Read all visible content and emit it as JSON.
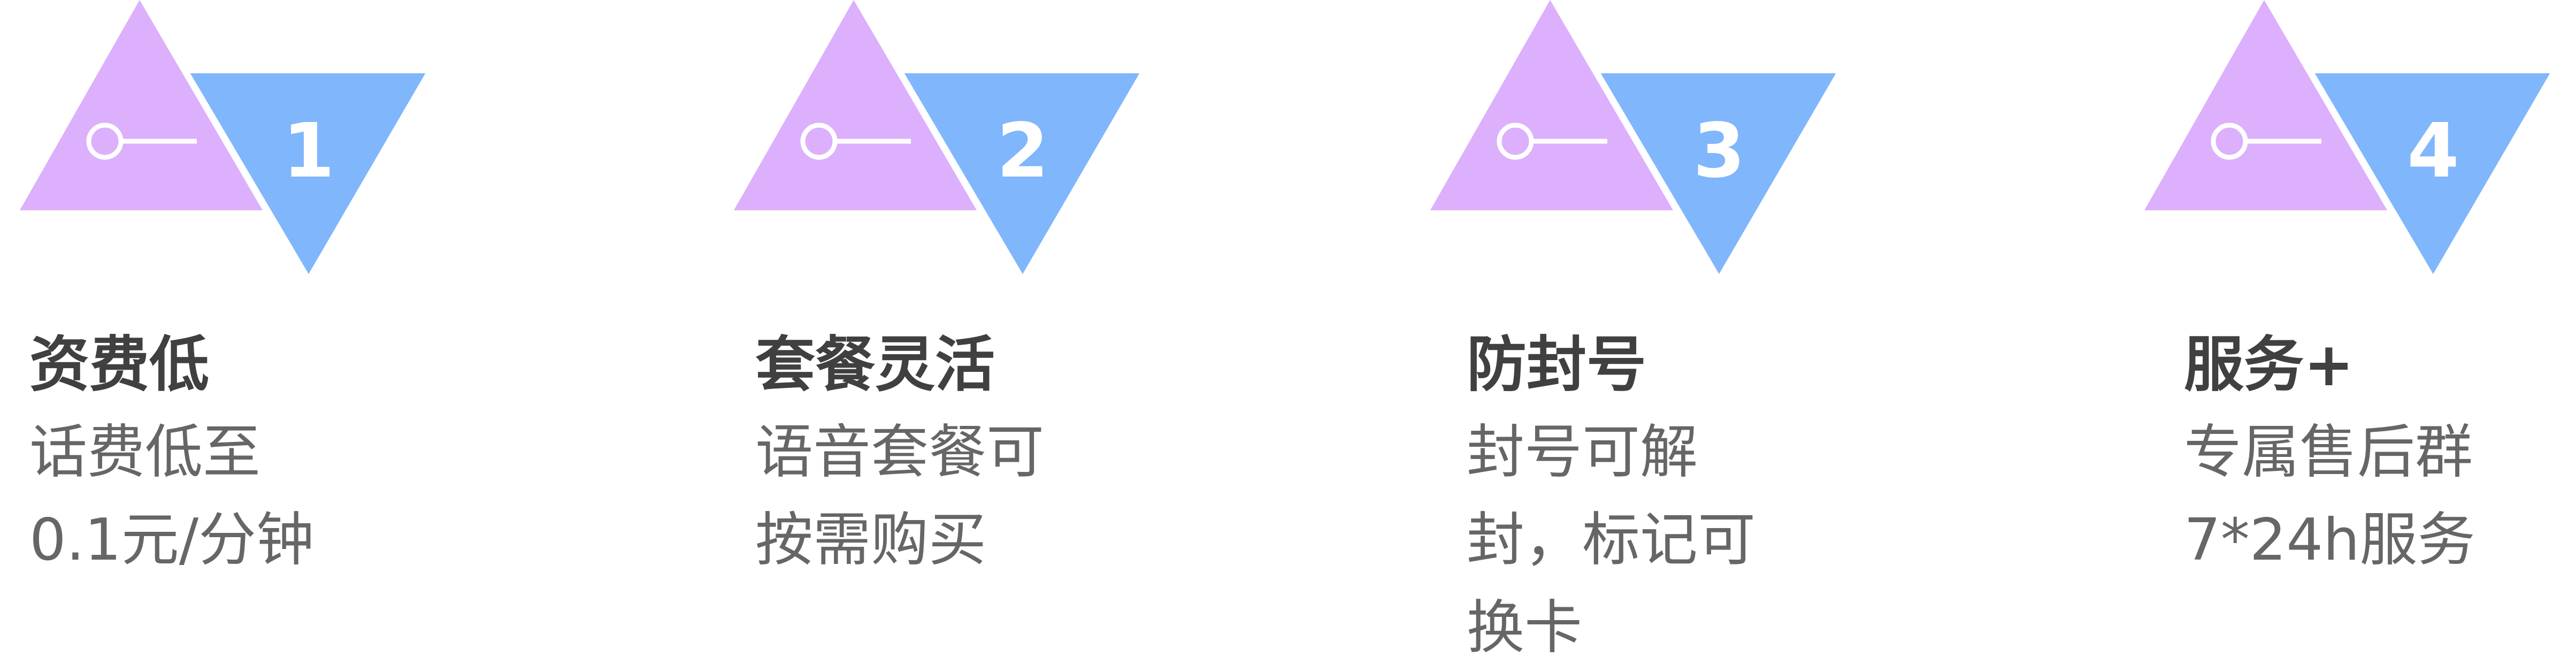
{
  "colors": {
    "purple": "#DCB0FC",
    "blue": "#80B6FC",
    "title": "#404040",
    "body": "#666666"
  },
  "features": [
    {
      "number": "1",
      "icon": "key-icon",
      "title": "资费低",
      "lines": [
        "话费低至",
        "0.1元/分钟"
      ]
    },
    {
      "number": "2",
      "icon": "key-icon",
      "title": "套餐灵活",
      "lines": [
        "语音套餐可",
        "按需购买"
      ]
    },
    {
      "number": "3",
      "icon": "key-icon",
      "title": "防封号",
      "lines": [
        "封号可解",
        "封，标记可",
        "换卡"
      ]
    },
    {
      "number": "4",
      "icon": "key-icon",
      "title": "服务+",
      "lines": [
        "专属售后群",
        "7*24h服务"
      ]
    }
  ]
}
